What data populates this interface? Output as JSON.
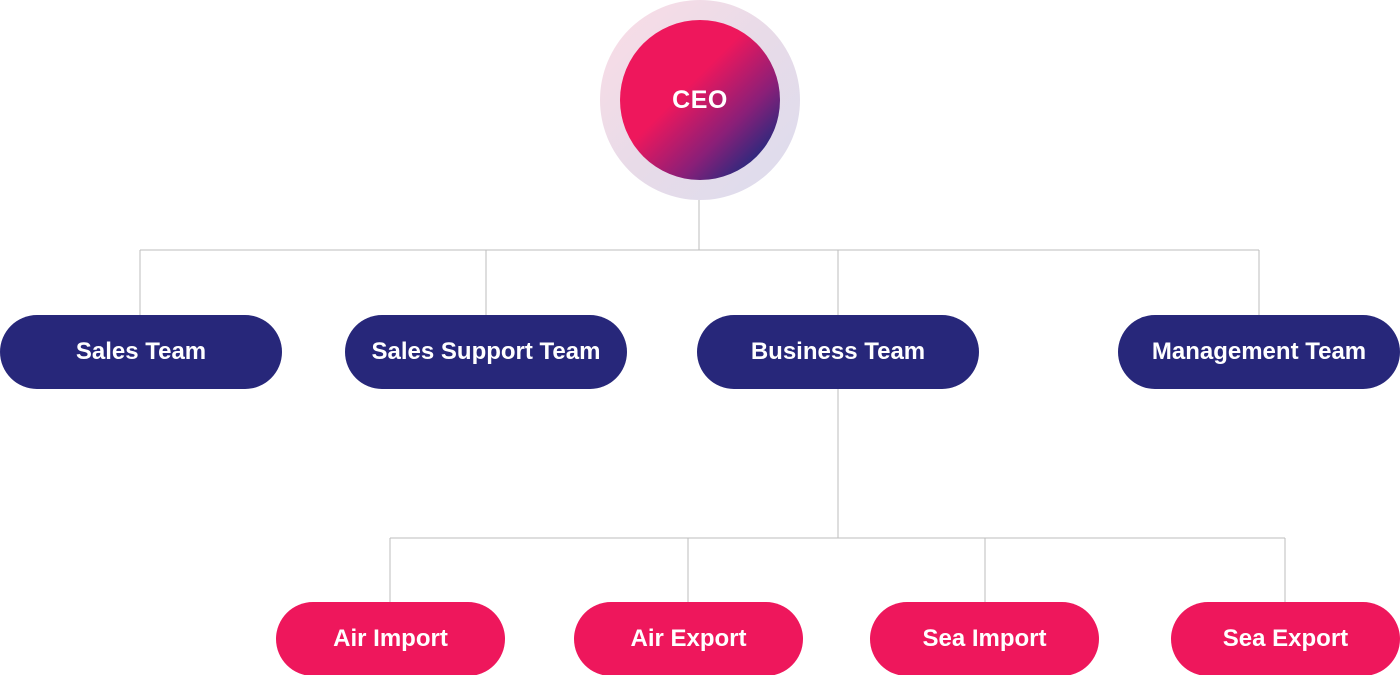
{
  "colors": {
    "team_fill": "#27277a",
    "unit_fill": "#ee175c",
    "ceo_gradient": [
      "#ee175c",
      "#8a1f78",
      "#252a7e"
    ],
    "connector": "#bdbdbd"
  },
  "ceo": {
    "label": "CEO"
  },
  "teams": [
    {
      "label": "Sales Team"
    },
    {
      "label": "Sales Support Team"
    },
    {
      "label": "Business Team"
    },
    {
      "label": "Management Team"
    }
  ],
  "business_units": [
    {
      "label": "Air Import"
    },
    {
      "label": "Air Export"
    },
    {
      "label": "Sea Import"
    },
    {
      "label": "Sea Export"
    }
  ]
}
